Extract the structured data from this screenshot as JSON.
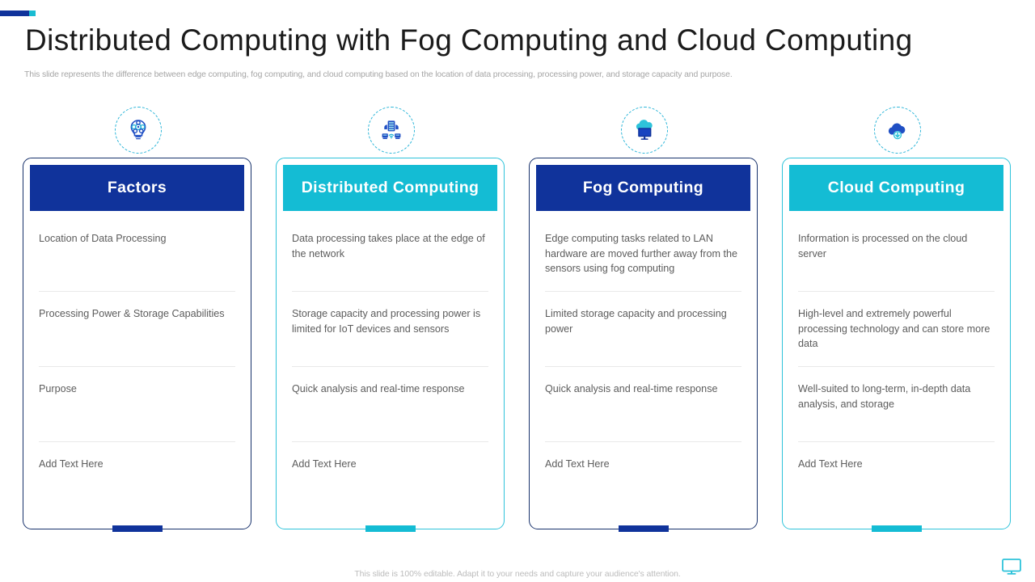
{
  "slide": {
    "title": "Distributed Computing with Fog Computing and Cloud Computing",
    "subtitle": "This slide represents the difference between edge computing, fog computing, and cloud computing based on the location of data processing, processing power, and storage capacity and purpose.",
    "footer_note": "This slide is 100% editable. Adapt it to your needs and capture your audience's attention.",
    "footer_icon": "monitor-icon"
  },
  "theme": {
    "navy": "#10339b",
    "cyan": "#14bcd4",
    "navy_border": "#17316b",
    "cyan_border": "#2ec3da",
    "body_text": "#5c5c5c",
    "subtitle_text": "#a6a6a6",
    "divider": "#e9e9e9",
    "icon_ring": "#2ab5d8"
  },
  "columns": [
    {
      "icon": "lightbulb-gears-icon",
      "header": "Factors",
      "accent": "navy",
      "rows": [
        "Location of Data Processing",
        "Processing Power &\nStorage Capabilities",
        "Purpose",
        "Add Text Here"
      ]
    },
    {
      "icon": "server-network-icon",
      "header": "Distributed Computing",
      "accent": "cyan",
      "rows": [
        "Data processing takes place at the edge of the network",
        "Storage capacity and processing power is limited  for IoT devices and sensors",
        "Quick analysis and real-time response",
        "Add Text Here"
      ]
    },
    {
      "icon": "cloud-monitor-icon",
      "header": "Fog Computing",
      "accent": "navy",
      "rows": [
        "Edge computing tasks related to LAN hardware are moved further away from the sensors using fog computing",
        "Limited storage capacity and processing power",
        "Quick analysis and\nreal-time response",
        "Add Text Here"
      ]
    },
    {
      "icon": "cloud-download-icon",
      "header": "Cloud Computing",
      "accent": "cyan",
      "rows": [
        "Information is processed on the cloud server",
        "High-level and extremely powerful processing technology and can store more data",
        "Well-suited to long-term, in-depth data analysis, and storage",
        "Add Text Here"
      ]
    }
  ]
}
